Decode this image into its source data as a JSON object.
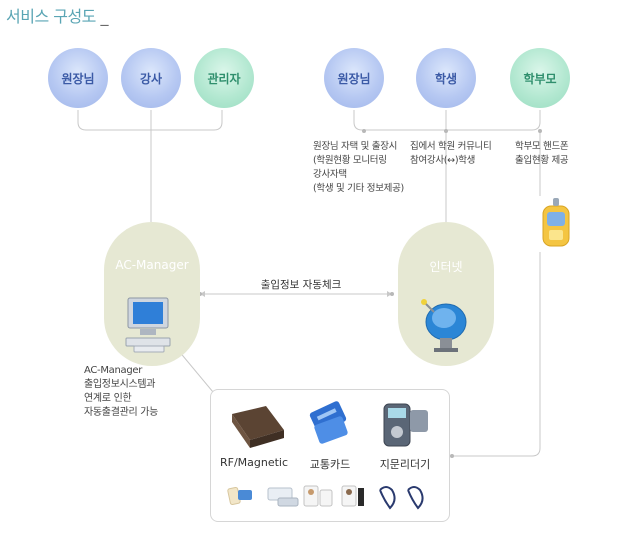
{
  "title": "서비스 구성도",
  "title_suffix": "_",
  "nodes_left": [
    "원장님",
    "강사",
    "관리자"
  ],
  "nodes_right": [
    "원장님",
    "학생",
    "학부모"
  ],
  "notes": {
    "director": [
      "원장님 자택 및 출장시",
      "(학원현황 모니터링",
      "강사자택",
      "(학생 및 기타 정보제공)"
    ],
    "student": [
      "집에서 학원 커뮤니티",
      "참여강사(↔)학생"
    ],
    "parent": [
      "학부모 핸드폰",
      "출입현황 제공"
    ],
    "ac": [
      "AC-Manager",
      "출입정보시스템과",
      "연계로 인한",
      "자동출결관리 가능"
    ]
  },
  "ac_manager_label": "AC-Manager",
  "internet_label": "인터넷",
  "link_label": "출입정보 자동체크",
  "devices": [
    "RF/Magnetic",
    "교통카드",
    "지문리더기"
  ],
  "colors": {
    "title": "#5aa5b4",
    "blue_node": "#b6c8f2",
    "green_node": "#b3e8d1",
    "pill": "#e6e8d3",
    "line": "#c8c8c8"
  }
}
